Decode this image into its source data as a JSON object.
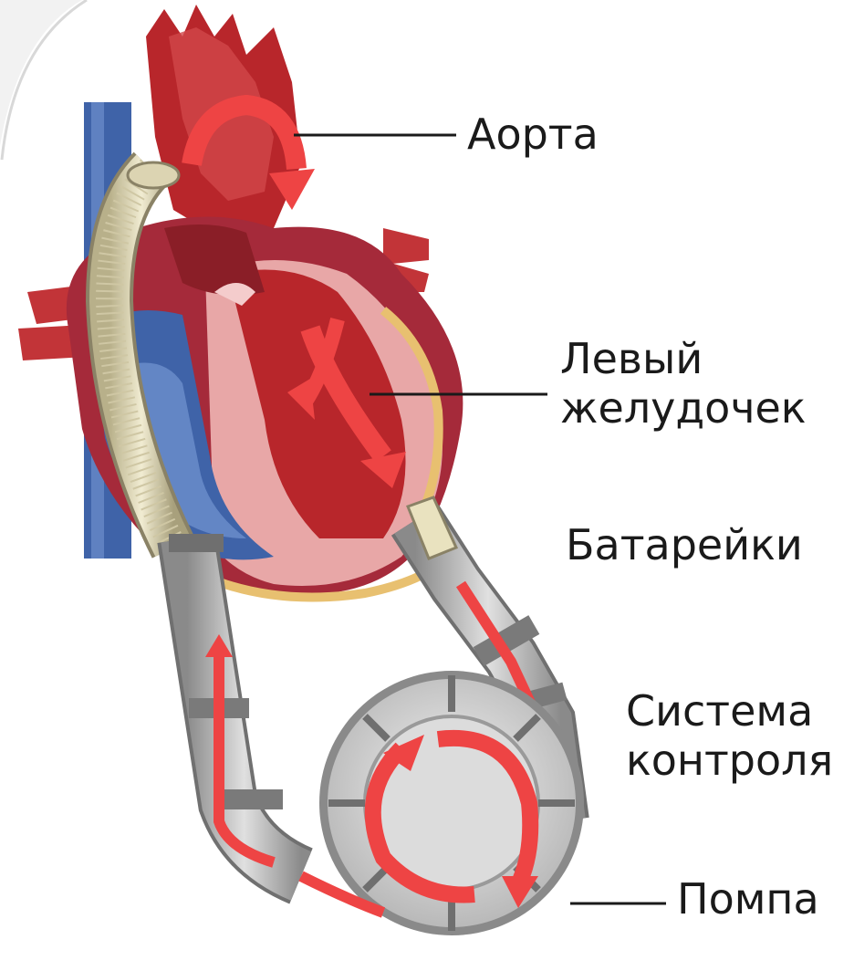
{
  "labels": {
    "aorta": "Аорта",
    "left_ventricle_line1": "Левый",
    "left_ventricle_line2": "желудочек",
    "batteries": "Батарейки",
    "control_line1": "Система",
    "control_line2": "контроля",
    "pump": "Помпа"
  },
  "colors": {
    "heart_red": "#b8262b",
    "heart_pink": "#e8a7a7",
    "vein_blue": "#3f63a8",
    "arrow_red": "#ee4444",
    "tube_gray": "#a8a8a8",
    "fat_yellow": "#e8c070"
  }
}
